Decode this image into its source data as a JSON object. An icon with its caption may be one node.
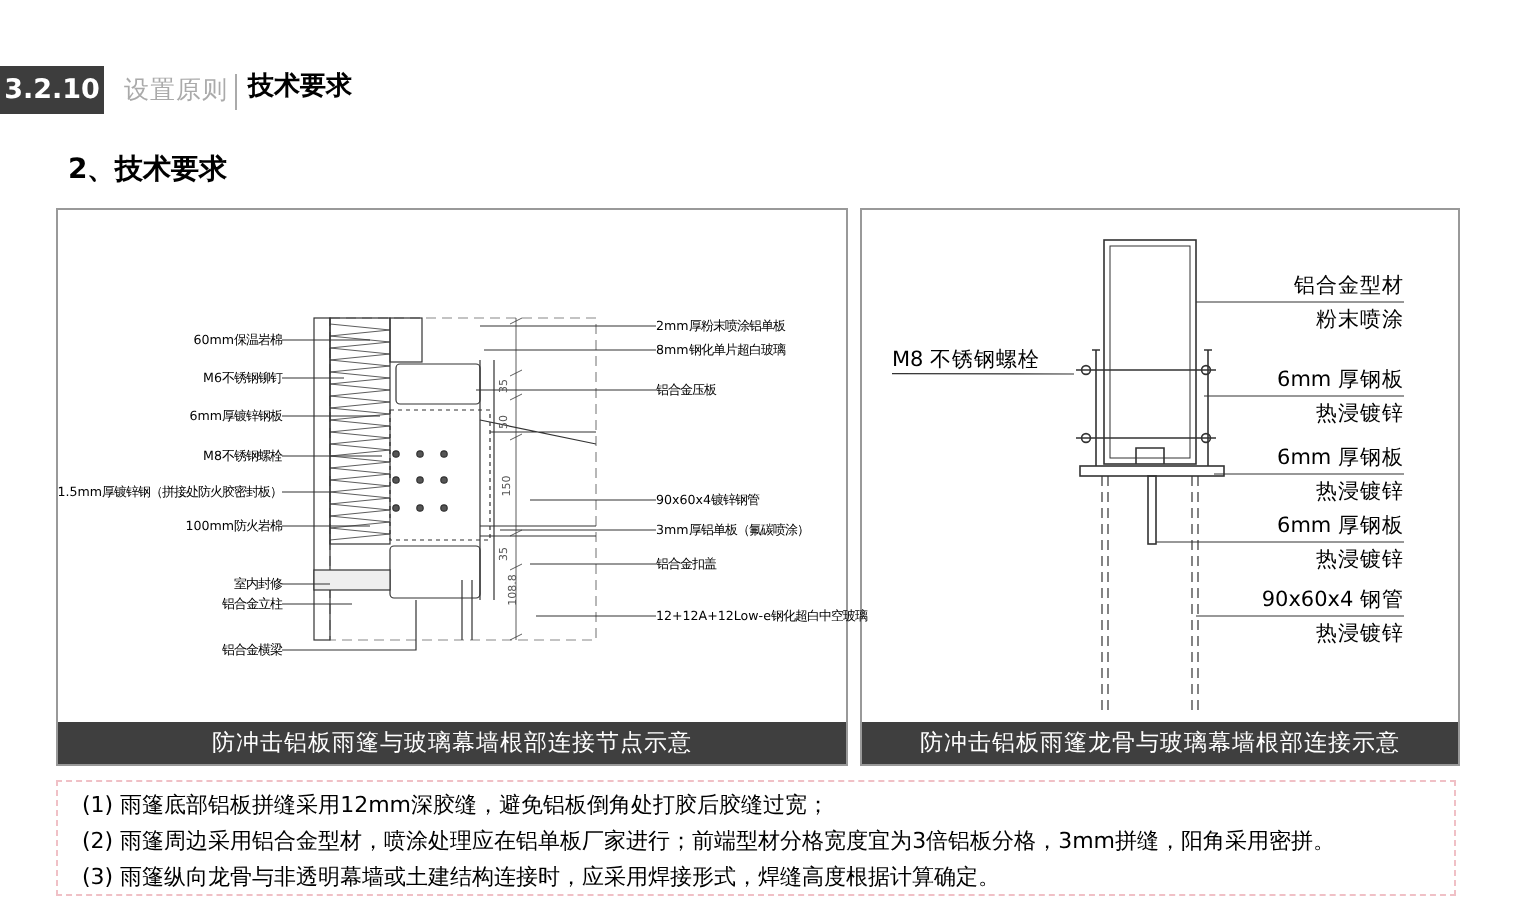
{
  "diagram": {
    "nodes": [
      {
        "text": [
          "3.2.10"
        ]
      },
      {
        "text": [
          "防冲击铝板雨篷与玻璃幕墙根部连接节点示意"
        ]
      },
      {
        "text": [
          "防冲击铝板雨篷龙骨与玻璃幕墙根部连接示意"
        ]
      },
      {
        "text": [
          "60mm保温岩棉"
        ],
        "in": 1
      },
      {
        "text": [
          "M6不锈钢铆钉"
        ],
        "in": 1
      },
      {
        "text": [
          "6mm厚镀锌钢板"
        ],
        "in": 1
      },
      {
        "text": [
          "M8不锈钢螺栓"
        ],
        "in": 1
      },
      {
        "text": [
          "1.5mm厚镀锌钢（拼接处防火胶密封板）"
        ],
        "in": 1
      },
      {
        "text": [
          "100mm防火岩棉"
        ],
        "in": 1
      },
      {
        "text": [
          "室内封修"
        ],
        "in": 1
      },
      {
        "text": [
          "铝合金立柱"
        ],
        "in": 1
      },
      {
        "text": [
          "铝合金横梁"
        ],
        "in": 1
      },
      {
        "text": [
          "2mm厚粉末喷涂铝单板"
        ],
        "in": 1
      },
      {
        "text": [
          "8mm钢化单片超白玻璃"
        ],
        "in": 1
      },
      {
        "text": [
          "铝合金压板"
        ],
        "in": 1
      },
      {
        "text": [
          "90x60x4镀锌钢管"
        ],
        "in": 1
      },
      {
        "text": [
          "3mm厚铝单板（氟碳喷涂）"
        ],
        "in": 1
      },
      {
        "text": [
          "铝合金扣盖"
        ],
        "in": 1
      },
      {
        "text": [
          "12+12A+12Low-e钢化超白中空玻璃"
        ],
        "in": 1
      },
      {
        "text": [
          "铝合金型材",
          "粉末喷涂"
        ],
        "in": 2
      },
      {
        "text": [
          "M8 不锈钢螺栓"
        ],
        "in": 2
      },
      {
        "text": [
          "6mm 厚钢板",
          "热浸镀锌"
        ],
        "in": 2
      },
      {
        "text": [
          "6mm 厚钢板",
          "热浸镀锌"
        ],
        "in": 2
      },
      {
        "text": [
          "6mm 厚钢板",
          "热浸镀锌"
        ],
        "in": 2
      },
      {
        "text": [
          "90x60x4 钢管",
          "热浸镀锌"
        ],
        "in": 2
      },
      {
        "text": [
          "(1) 雨篷底部铝板拼缝采用12mm深胶缝，避免铝板倒角处打胶后胶缝过宽；",
          "(2) 雨篷周边采用铝合金型材，喷涂处理应在铝单板厂家进行；前端型材分格宽度宜为3倍铝板分格，3mm拼缝，阳角采用密拼。",
          "(3) 雨篷纵向龙骨与非透明幕墙或土建结构连接时，应采用焊接形式，焊缝高度根据计算确定。"
        ]
      }
    ],
    "edges": [
      {
        "from": 3,
        "to": null,
        "arrow": "none"
      },
      {
        "from": 4,
        "to": null,
        "arrow": "none"
      },
      {
        "from": 5,
        "to": null,
        "arrow": "none"
      },
      {
        "from": 6,
        "to": null,
        "arrow": "none"
      },
      {
        "from": 7,
        "to": null,
        "arrow": "none"
      },
      {
        "from": 8,
        "to": null,
        "arrow": "none"
      },
      {
        "from": 9,
        "to": null,
        "arrow": "none"
      },
      {
        "from": 10,
        "to": null,
        "arrow": "none"
      },
      {
        "from": 11,
        "to": null,
        "arrow": "none"
      },
      {
        "from": 12,
        "to": null,
        "arrow": "none"
      },
      {
        "from": 13,
        "to": null,
        "arrow": "none"
      },
      {
        "from": 14,
        "to": null,
        "arrow": "none"
      },
      {
        "from": 15,
        "to": null,
        "arrow": "none"
      },
      {
        "from": 16,
        "to": null,
        "arrow": "none"
      },
      {
        "from": 17,
        "to": null,
        "arrow": "none"
      },
      {
        "from": 18,
        "to": null,
        "arrow": "none"
      },
      {
        "from": 19,
        "to": null,
        "arrow": "none"
      },
      {
        "from": 20,
        "to": null,
        "arrow": "none"
      },
      {
        "from": 21,
        "to": null,
        "arrow": "none"
      },
      {
        "from": 22,
        "to": null,
        "arrow": "none"
      },
      {
        "from": 23,
        "to": null,
        "arrow": "none"
      },
      {
        "from": 24,
        "to": null,
        "arrow": "none"
      }
    ],
    "labels": [
      "设置原则",
      "技术要求",
      "2、技术要求",
      "35",
      "50",
      "150",
      "35",
      "108.8"
    ]
  }
}
